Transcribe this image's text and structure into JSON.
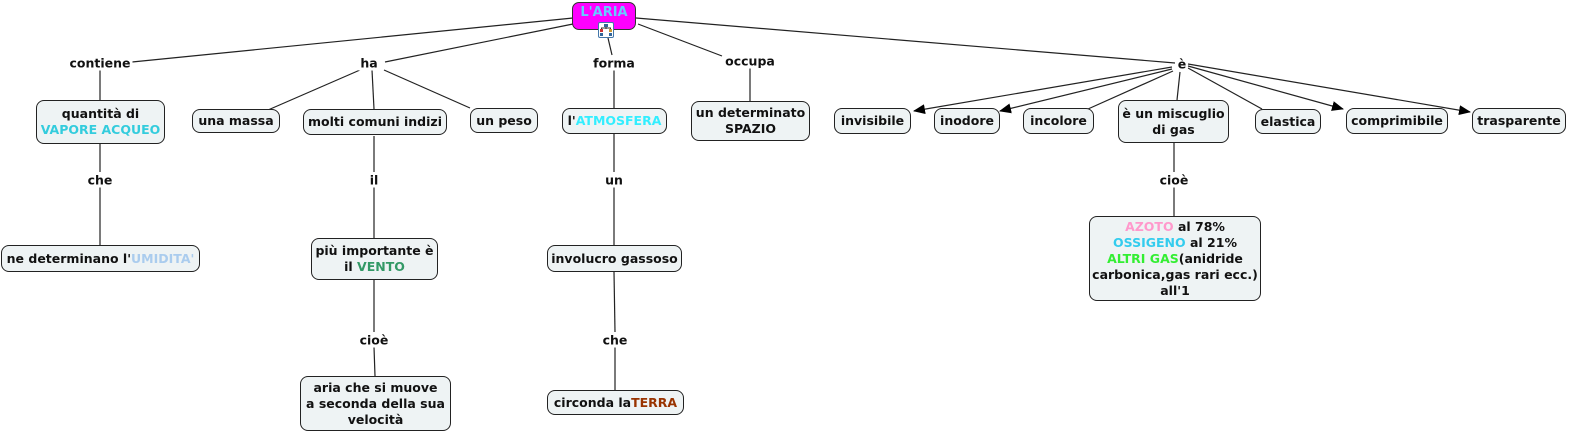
{
  "root": {
    "label": "L'ARIA",
    "submap_icon": "concept-map-icon"
  },
  "linking_phrases": {
    "contiene": "contiene",
    "ha": "ha",
    "forma": "forma",
    "occupa": "occupa",
    "e": "è",
    "che1": "che",
    "il": "il",
    "un": "un",
    "cioe1": "cioè",
    "che2": "che",
    "cioe2": "cioè"
  },
  "concepts": {
    "vapore": {
      "line1": "quantità di",
      "line2_hl": "VAPORE ACQUEO"
    },
    "umidita": {
      "prefix": "ne determinano l'",
      "hl": "UMIDITA'"
    },
    "massa": "una massa",
    "indizi": "molti comuni indizi",
    "peso": "un peso",
    "vento": {
      "line1": "più importante è",
      "line2_prefix": "il ",
      "line2_hl": "VENTO"
    },
    "aria_muove": {
      "line1": "aria che si muove",
      "line2": "a seconda della sua",
      "line3": "velocità"
    },
    "atmosfera": {
      "prefix": "l'",
      "hl": "ATMOSFERA"
    },
    "involucro": "involucro gassoso",
    "terra": {
      "prefix": "circonda la ",
      "hl": "TERRA"
    },
    "spazio": {
      "line1": "un determinato",
      "line2": "SPAZIO"
    },
    "invisibile": "invisibile",
    "inodore": "inodore",
    "incolore": "incolore",
    "miscuglio": {
      "line1": "è un miscuglio",
      "line2": "di gas"
    },
    "elastica": "elastica",
    "comprimibile": "comprimibile",
    "trasparente": "trasparente",
    "gas": {
      "azoto_hl": "AZOTO",
      "azoto_rest": " al 78%",
      "ossigeno_hl": "OSSIGENO",
      "ossigeno_rest": " al 21%",
      "altri_hl": "ALTRI GAS",
      "altri_rest": "(anidride",
      "line4": "carbonica,gas rari ecc.)",
      "line5": "all'1"
    }
  },
  "colors": {
    "root_fill": "#ff00ff",
    "root_text": "#66ccff",
    "node_fill": "#eef3f4",
    "vapore": "#33ccdd",
    "atmosfera": "#33eeff",
    "umidita": "#aaccee",
    "vento": "#339966",
    "terra": "#993300",
    "azoto": "#ff99cc",
    "ossigeno": "#33ccee",
    "altri_gas": "#33ee33"
  }
}
